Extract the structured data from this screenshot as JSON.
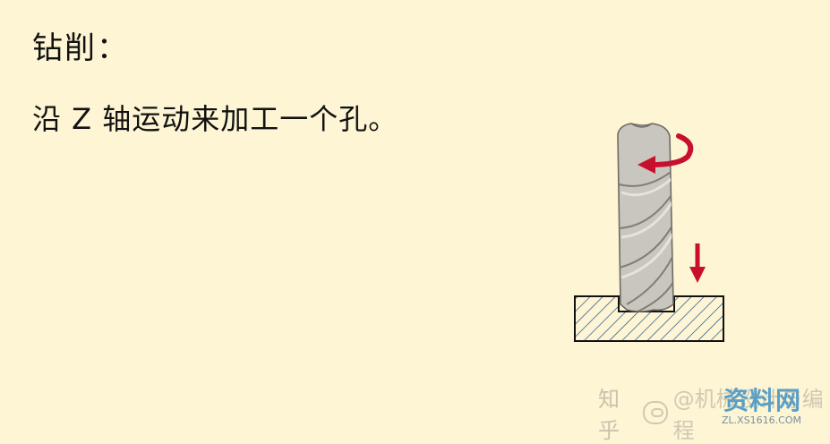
{
  "title": "钻削：",
  "description": "沿 Z 轴运动来加工一个孔。",
  "watermark": {
    "platform": "知乎",
    "account": "@机械设计与编程"
  },
  "logo": {
    "name": "资料网",
    "url": "ZL.XS1616.COM"
  },
  "colors": {
    "background": "#fdf5d4",
    "arrow": "#c8102e",
    "tool": "#c9c6bf",
    "workpiece_hatch": "#1f4e8c"
  }
}
